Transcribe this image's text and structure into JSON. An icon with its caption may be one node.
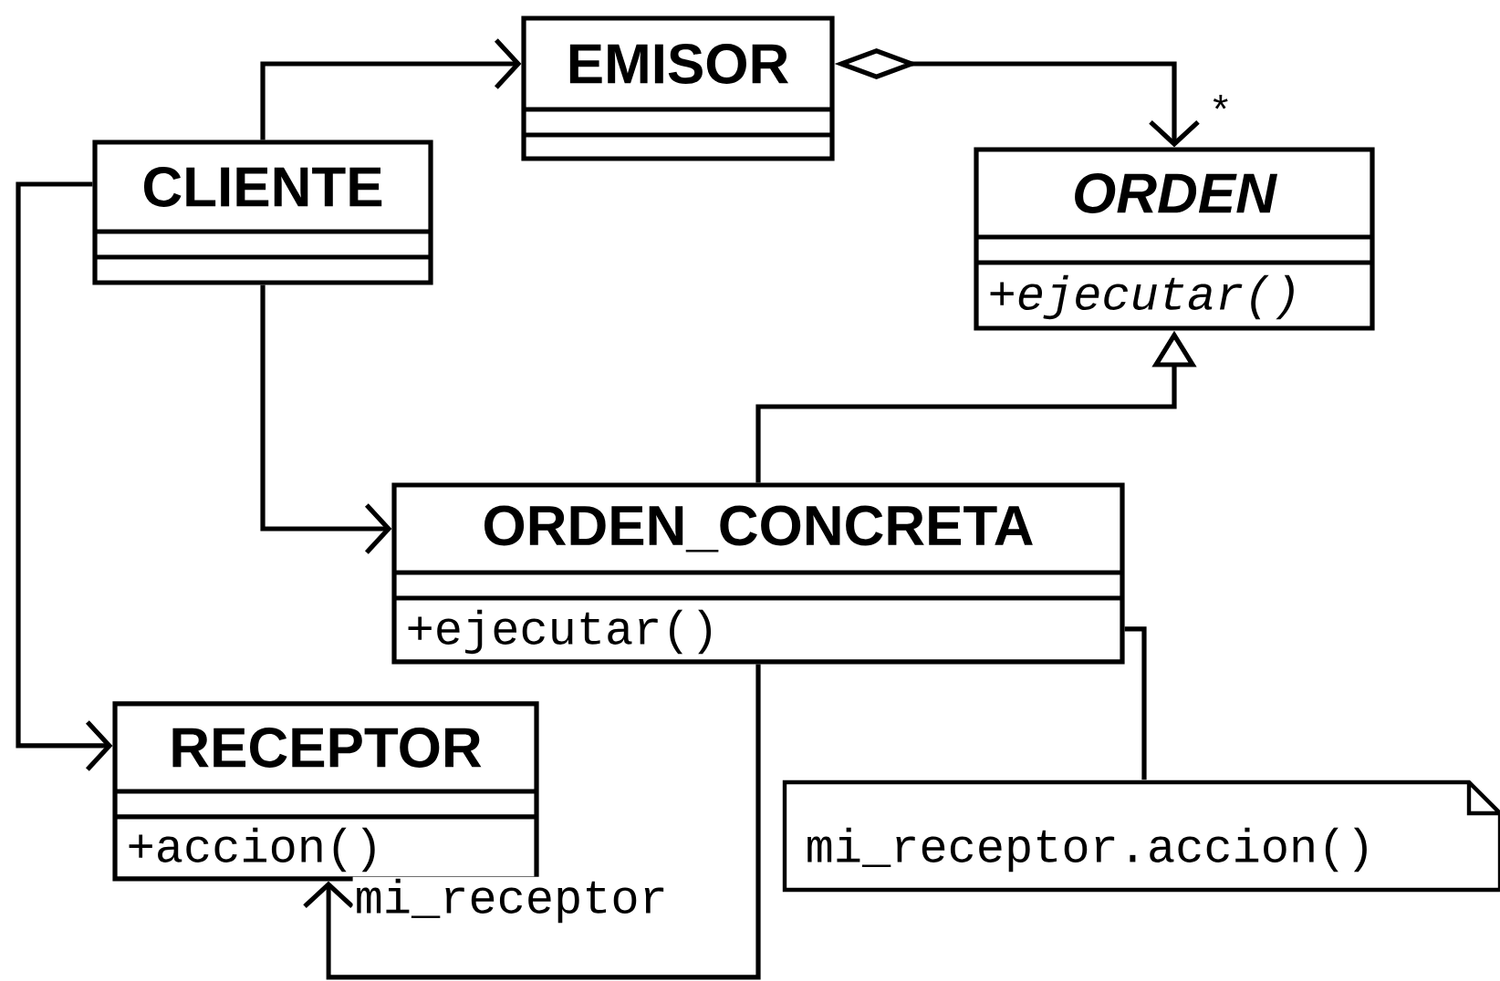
{
  "diagram": {
    "nodes": [
      {
        "text": [
          "EMISOR"
        ]
      },
      {
        "text": [
          "CLIENTE"
        ]
      },
      {
        "text": [
          "ORDEN",
          "+ejecutar()"
        ]
      },
      {
        "text": [
          "ORDEN_CONCRETA",
          "+ejecutar()"
        ]
      },
      {
        "text": [
          "RECEPTOR",
          "+accion()"
        ]
      },
      {
        "text": [
          "mi_receptor.accion()"
        ]
      }
    ],
    "edges": [
      {
        "from": 1,
        "to": 0,
        "arrow": "to"
      },
      {
        "from": 0,
        "to": 2,
        "arrow": "to",
        "label": "*"
      },
      {
        "from": 3,
        "to": 2,
        "arrow": "to"
      },
      {
        "from": 1,
        "to": 3,
        "arrow": "to"
      },
      {
        "from": 1,
        "to": 4,
        "arrow": "to"
      },
      {
        "from": 3,
        "to": 4,
        "arrow": "to",
        "label": "mi_receptor"
      },
      {
        "from": 3,
        "to": 5,
        "arrow": "none"
      }
    ]
  }
}
